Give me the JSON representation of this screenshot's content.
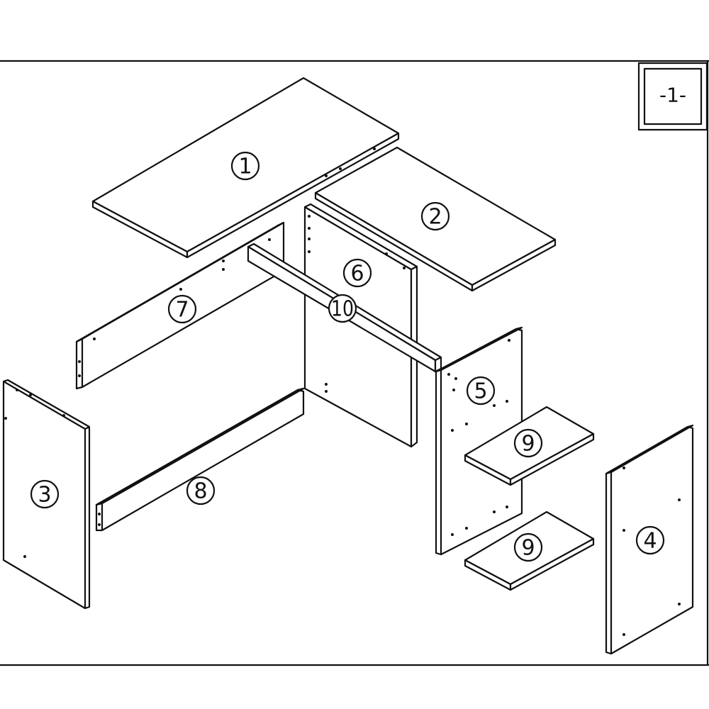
{
  "step_label": "-1-",
  "parts": {
    "p1": "1",
    "p2": "2",
    "p3": "3",
    "p4": "4",
    "p5": "5",
    "p6": "6",
    "p7": "7",
    "p8": "8",
    "p9a": "9",
    "p9b": "9",
    "p10": "10"
  },
  "colors": {
    "line": "#111111",
    "background": "#ffffff"
  }
}
